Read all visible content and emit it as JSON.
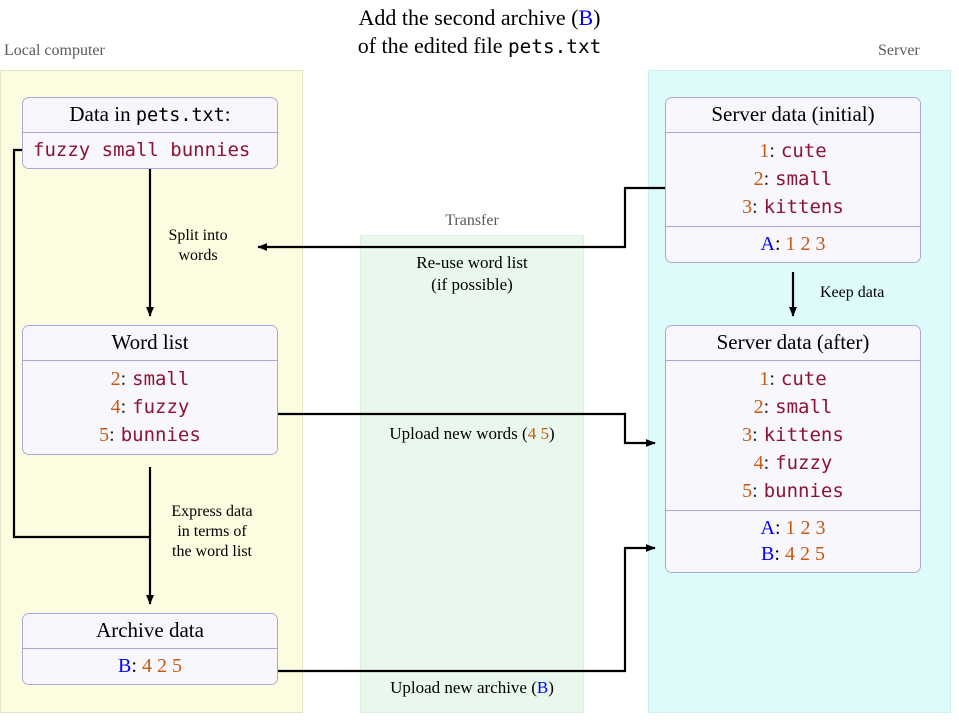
{
  "title": {
    "line1_a": "Add the second archive (",
    "line1_b": "B",
    "line1_c": ")",
    "line2_a": "of the edited file ",
    "line2_b": "pets.txt"
  },
  "panels": {
    "local_label": "Local computer",
    "server_label": "Server",
    "transfer_label": "Transfer"
  },
  "colors": {
    "archive_letter": "#0000ff",
    "word_number": "#c55a11",
    "word_text": "#8c1331",
    "local_panel": "#fcfce0",
    "transfer_panel": "#e9f8ec",
    "server_panel": "#ddfbfb",
    "box_border": "#a9a7d6",
    "box_fill": "#f7f6fd"
  },
  "boxes": {
    "data_file": {
      "header_a": "Data in ",
      "header_b": "pets.txt",
      "header_c": ":",
      "content": "fuzzy small bunnies"
    },
    "word_list": {
      "header": "Word list",
      "rows": [
        {
          "num": "2",
          "word": "small"
        },
        {
          "num": "4",
          "word": "fuzzy"
        },
        {
          "num": "5",
          "word": "bunnies"
        }
      ]
    },
    "archive_data": {
      "header": "Archive data",
      "archives": [
        {
          "label": "B",
          "nums": "4 2 5"
        }
      ]
    },
    "server_initial": {
      "header": "Server data (initial)",
      "rows": [
        {
          "num": "1",
          "word": "cute"
        },
        {
          "num": "2",
          "word": "small"
        },
        {
          "num": "3",
          "word": "kittens"
        }
      ],
      "archives": [
        {
          "label": "A",
          "nums": "1 2 3"
        }
      ]
    },
    "server_after": {
      "header": "Server data (after)",
      "rows": [
        {
          "num": "1",
          "word": "cute"
        },
        {
          "num": "2",
          "word": "small"
        },
        {
          "num": "3",
          "word": "kittens"
        },
        {
          "num": "4",
          "word": "fuzzy"
        },
        {
          "num": "5",
          "word": "bunnies"
        }
      ],
      "archives": [
        {
          "label": "A",
          "nums": "1 2 3"
        },
        {
          "label": "B",
          "nums": "4 2 5"
        }
      ]
    }
  },
  "flow_labels": {
    "split_into_words_l1": "Split into",
    "split_into_words_l2": "words",
    "express_l1": "Express data",
    "express_l2": "in terms of",
    "express_l3": "the word list",
    "keep_data": "Keep data",
    "reuse_l1": "Re-use word list",
    "reuse_l2": "(if possible)",
    "upload_words_a": "Upload new words (",
    "upload_words_b": "4 5",
    "upload_words_c": ")",
    "upload_archive_a": "Upload new archive (",
    "upload_archive_b": "B",
    "upload_archive_c": ")"
  }
}
